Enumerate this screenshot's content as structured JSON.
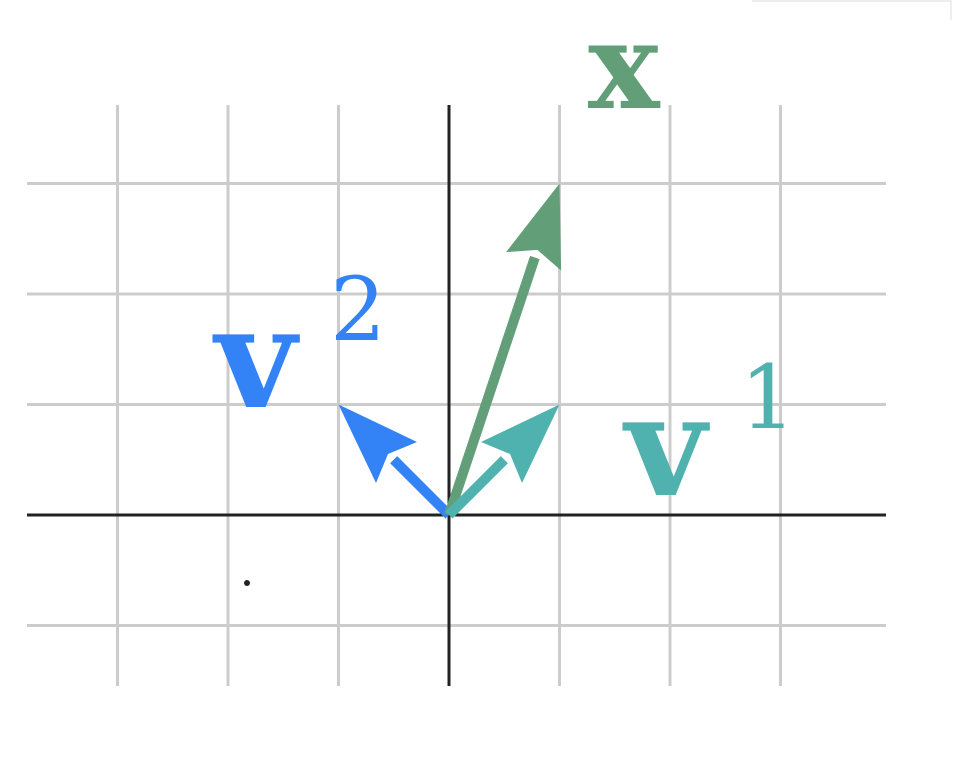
{
  "grid": {
    "x_range": [
      -4,
      4
    ],
    "y_range": [
      -1.5,
      3.5
    ],
    "grid_color": "#cccccc",
    "axis_color": "#222222"
  },
  "vectors": [
    {
      "id": "x",
      "to": [
        1.0,
        3.0
      ],
      "color": "#629f78"
    },
    {
      "id": "v1",
      "to": [
        1.0,
        1.0
      ],
      "color": "#50b2ae"
    },
    {
      "id": "v2",
      "to": [
        -1.0,
        1.0
      ],
      "color": "#3383f6"
    }
  ],
  "labels": {
    "x": {
      "main": "x",
      "sup": "",
      "color": "#629f78"
    },
    "v1": {
      "main": "v",
      "sup": "1",
      "color": "#50b2ae"
    },
    "v2": {
      "main": "v",
      "sup": "2",
      "color": "#3383f6"
    }
  }
}
